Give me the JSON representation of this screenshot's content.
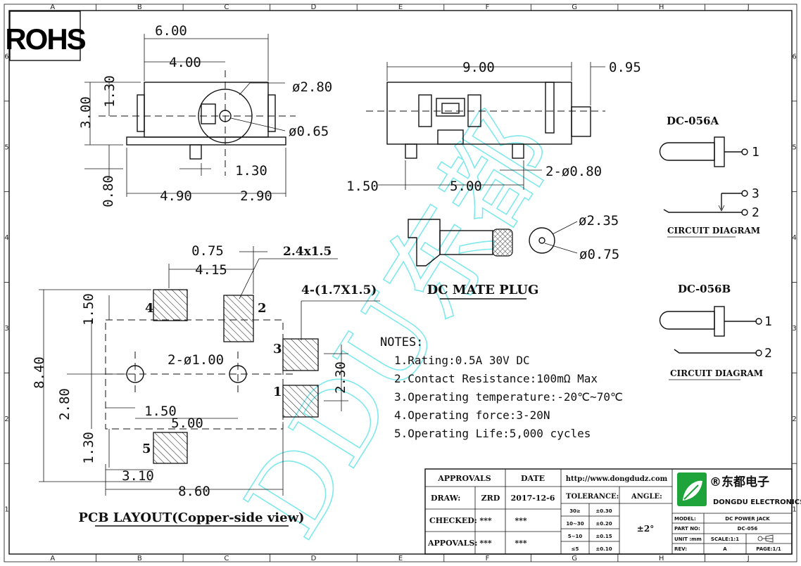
{
  "badge": "ROHS",
  "border_cols": [
    "A",
    "B",
    "C",
    "D",
    "E",
    "F",
    "G",
    "H",
    "J"
  ],
  "border_rows": [
    "6",
    "5",
    "4",
    "3",
    "2",
    "1"
  ],
  "watermark": "DDU东都",
  "dims": {
    "w600": "6.00",
    "w400": "4.00",
    "d280": "ø2.80",
    "h130": "1.30",
    "h300": "3.00",
    "d065": "ø0.65",
    "w130b": "1.30",
    "h080": "0.80",
    "w490": "4.90",
    "w290": "2.90",
    "w900": "9.00",
    "w095": "0.95",
    "w150": "1.50",
    "w500": "5.00",
    "d080": "2-ø0.80",
    "d235": "ø2.35",
    "d075": "ø0.75",
    "p075": "0.75",
    "p415": "4.15",
    "p150v": "1.50",
    "p840": "8.40",
    "p280": "2.80",
    "p100": "2-ø1.00",
    "p150h": "1.50",
    "p500": "5.00",
    "p130": "1.30",
    "p310": "3.10",
    "p860": "8.60",
    "p230": "2.30"
  },
  "labels": {
    "pad_big": "2.4x1.5",
    "pad_small": "4-(1.7X1.5)",
    "mate_plug": "DC MATE PLUG",
    "pcb_layout": "PCB LAYOUT(Copper-side view)",
    "model_a": "DC-056A",
    "model_b": "DC-056B",
    "circuit_a": "CIRCUIT DIAGRAM",
    "circuit_b": "CIRCUIT DIAGRAM",
    "pin1": "1",
    "pin2": "2",
    "pin3": "3",
    "pin4": "4",
    "pin5": "5",
    "ca1": "1",
    "ca2": "2",
    "ca3": "3",
    "cb1": "1",
    "cb2": "2"
  },
  "notes": {
    "title": "NOTES:",
    "items": [
      "1.Rating:0.5A 30V DC",
      "2.Contact Resistance:100mΩ Max",
      "3.Operating temperature:-20℃~70℃",
      "4.Operating force:3-20N",
      "5.Operating Life:5,000 cycles"
    ]
  },
  "title_block": {
    "approvals": "APPROVALS",
    "date": "DATE",
    "url": "http://www.dongdudz.com",
    "draw": "DRAW:",
    "draw_by": "ZRD",
    "draw_date": "2017-12-6",
    "checked": "CHECKED:",
    "checked_by": "***",
    "checked_date": "***",
    "appovals": "APPOVALS:",
    "appovals_by": "***",
    "appovals_date": "***",
    "tolerance": "TOLERANCE:",
    "angle": "ANGLE:",
    "angle_val": "±2°",
    "tol_rows": [
      [
        "30≥",
        "±0.30"
      ],
      [
        "10~30",
        "±0.20"
      ],
      [
        "5~10",
        "±0.15"
      ],
      [
        "≤5",
        "±0.10"
      ]
    ],
    "brand_cn": "®东都电子",
    "brand_en": "DONGDU ELECTRONICS",
    "model_lbl": "MODEL:",
    "model_val": "DC POWER JACK",
    "part_lbl": "PART NO:",
    "part_val": "DC-056",
    "unit_lbl": "UNIT :mm",
    "scale": "SCALE:1:1",
    "rev_lbl": "REV:",
    "rev_val": "A",
    "page": "PAGE:1/1"
  }
}
